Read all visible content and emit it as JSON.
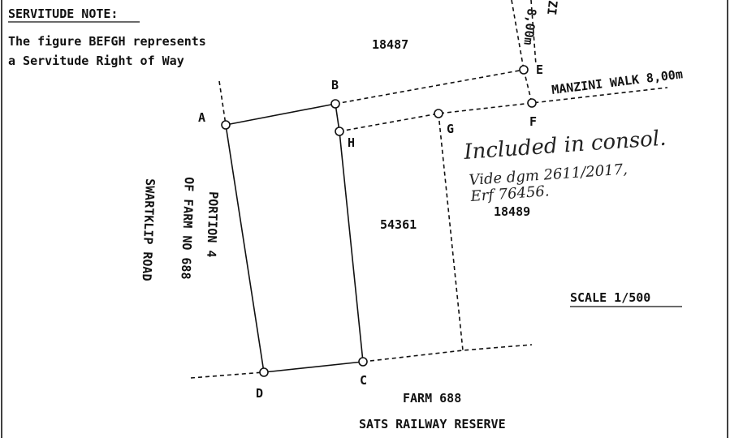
{
  "servitude_note": {
    "heading": "SERVITUDE NOTE:",
    "line1": "The figure BEFGH represents",
    "line2": "a Servitude Right of Way"
  },
  "erven": {
    "north": "18487",
    "main": "54361",
    "east": "18489"
  },
  "roads": {
    "manzini_walk": "MANZINI WALK 8,00m",
    "vertical_width": "8,00m",
    "vertical_name_fragment": "ZI",
    "swartklip": "SWARTKLIP ROAD",
    "portion_line1": "PORTION 4",
    "portion_line2": "OF FARM NO 688"
  },
  "points": {
    "A": "A",
    "B": "B",
    "C": "C",
    "D": "D",
    "E": "E",
    "F": "F",
    "G": "G",
    "H": "H"
  },
  "scale": "SCALE  1/500",
  "south": {
    "farm": "FARM 688",
    "reserve": "SATS RAILWAY RESERVE"
  },
  "handwritten": {
    "line1": "Included in consol.",
    "line2": "Vide dgm 2611/2017,",
    "line3": "Erf 76456."
  }
}
